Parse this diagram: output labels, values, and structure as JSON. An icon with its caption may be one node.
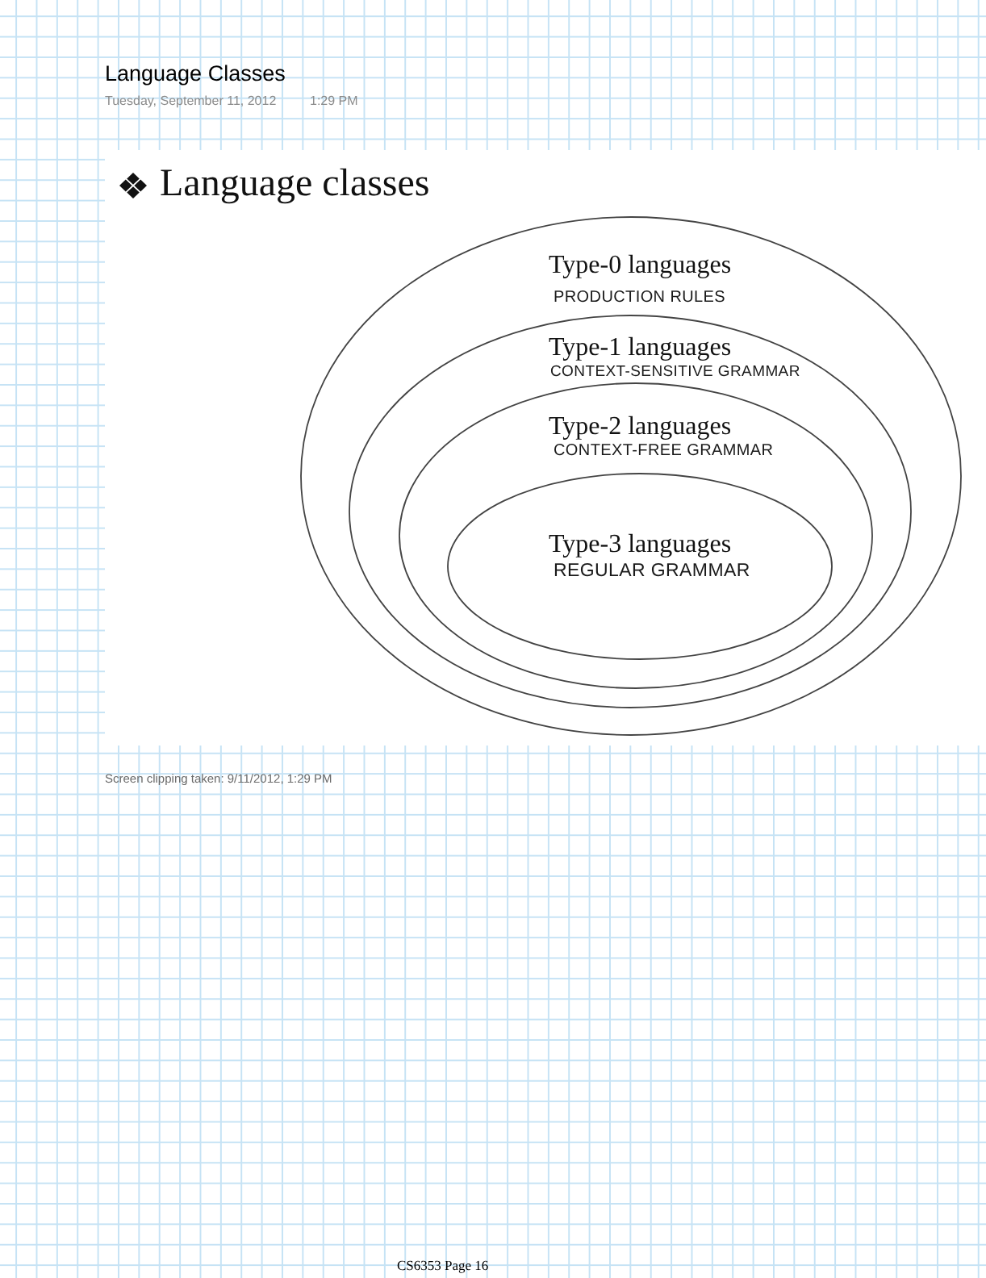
{
  "diagram": {
    "title": "Language classes",
    "nodes": [
      {
        "text": [
          "Type-0 languages",
          "PRODUCTION RULES"
        ]
      },
      {
        "text": [
          "Type-1 languages",
          "CONTEXT-SENSITIVE GRAMMAR"
        ],
        "in": 0
      },
      {
        "text": [
          "Type-2 languages",
          "CONTEXT-FREE GRAMMAR"
        ],
        "in": 1
      },
      {
        "text": [
          "Type-3 languages",
          "REGULAR GRAMMAR"
        ],
        "in": 2
      }
    ],
    "labels": [
      "Language Classes",
      "Tuesday, September 11, 2012",
      "1:29 PM",
      "Screen clipping taken: 9/11/2012, 1:29 PM",
      "CS6353 Page 16"
    ]
  }
}
